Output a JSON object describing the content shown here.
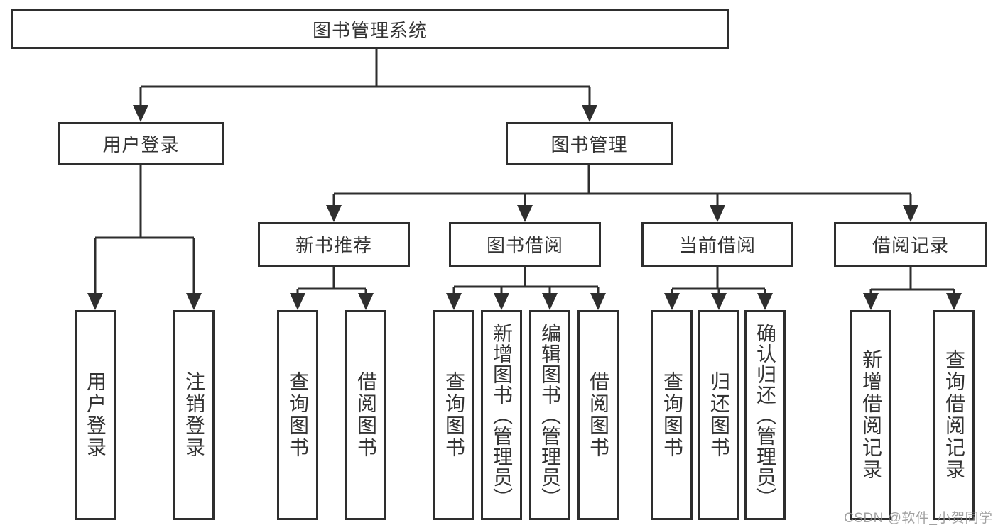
{
  "diagram": {
    "title": "图书管理系统",
    "user_login": {
      "label": "用户登录",
      "children": {
        "login": "用户登录",
        "logout": "注销登录"
      }
    },
    "book_management": {
      "label": "图书管理",
      "new_book_rec": {
        "label": "新书推荐",
        "children": {
          "query_books": "查询图书",
          "borrow_books": "借阅图书"
        }
      },
      "book_borrow": {
        "label": "图书借阅",
        "children": {
          "query_books": "查询图书",
          "add_books": "新增图书（管理员）",
          "edit_books": "编辑图书（管理员）",
          "borrow_books": "借阅图书"
        }
      },
      "current_borrow": {
        "label": "当前借阅",
        "children": {
          "query_books": "查询图书",
          "return_books": "归还图书",
          "confirm_return": "确认归还（管理员）"
        }
      },
      "borrow_records": {
        "label": "借阅记录",
        "children": {
          "add_record": "新增借阅记录",
          "query_record": "查询借阅记录"
        }
      }
    }
  },
  "watermark": "CSDN @软件_小贺同学",
  "colors": {
    "line": "#2e2e2e",
    "text": "#333333",
    "box_background": "#ffffff",
    "page_background": "#ffffff",
    "watermark": "#949494"
  }
}
